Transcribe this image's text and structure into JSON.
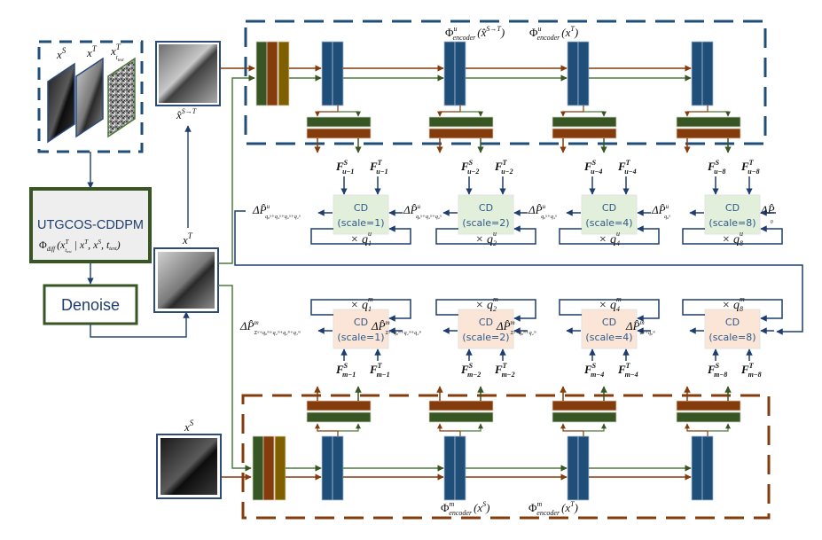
{
  "colors": {
    "blue": "#1f4e79",
    "blue_line": "#2c4a7c",
    "green": "#375623",
    "green_line": "#4f7a3a",
    "brown": "#843c0c",
    "olive": "#7f6000",
    "cd_green_fill": "#e2efda",
    "cd_orange_fill": "#fbe5d6",
    "cd_text": "#2f5a8a",
    "box_fill": "#eeeeee"
  },
  "inputs": {
    "labels": [
      "x^S",
      "x^T",
      "x^T_{t_test}"
    ],
    "xs_label": "x",
    "xs_sup": "S",
    "xt_label": "x",
    "xt_sup": "T",
    "xtt_label": "x",
    "xtt_sup": "T",
    "xtt_sub": "t",
    "xtt_subsub": "test"
  },
  "translated": {
    "label_base": "x̂",
    "label_sup": "S→T"
  },
  "diffusion_box": {
    "title": "UTGCOS-CDDPM",
    "formula": "Φ_diff(x^T_{t_test} | x^T, x^S, t_test)",
    "phi": "Φ",
    "phi_sub": "diff",
    "args_open": "(x",
    "args_sup": "T",
    "args_sub": "t",
    "args_subsub": "test",
    "args_rest": " | x",
    "args_rest_sup": "T",
    "args_rest2": ", x",
    "args_rest2_sup": "S",
    "args_rest3": ", t",
    "args_rest3_sub": "test",
    "args_close": ")"
  },
  "denoise": {
    "label": "Denoise"
  },
  "target_image": {
    "label": "x",
    "sup": "T"
  },
  "source_image": {
    "label": "x",
    "sup": "S"
  },
  "upper_encoder": {
    "label_1": "Φ^u_encoder(x̂^{S→T})",
    "label_2": "Φ^u_encoder(x^T)",
    "phi": "Φ",
    "sup": "u",
    "sub": "encoder",
    "arg1": "(x̂",
    "arg1_sup": "S→T",
    "arg2": "(x",
    "arg2_sup": "T",
    "close": ")"
  },
  "lower_encoder": {
    "label_1": "Φ^m_encoder(x^S)",
    "label_2": "Φ^m_encoder(x^T)",
    "phi": "Φ",
    "sup": "m",
    "sub": "encoder",
    "arg1": "(x",
    "arg1_sup": "S",
    "arg2": "(x",
    "arg2_sup": "T",
    "close": ")"
  },
  "upper_cd": [
    {
      "title": "CD",
      "scale": "(scale=1)",
      "fs": "F",
      "fs_sup": "S",
      "fs_sub": "u−1",
      "ft": "F",
      "ft_sup": "T",
      "ft_sub": "u−1",
      "mult": "× q",
      "mult_sub": "1",
      "mult_sup": "u"
    },
    {
      "title": "CD",
      "scale": "(scale=2)",
      "fs": "F",
      "fs_sup": "S",
      "fs_sub": "u−2",
      "ft": "F",
      "ft_sup": "T",
      "ft_sub": "u−2",
      "mult": "× q",
      "mult_sub": "2",
      "mult_sup": "u"
    },
    {
      "title": "CD",
      "scale": "(scale=4)",
      "fs": "F",
      "fs_sup": "S",
      "fs_sub": "u−4",
      "ft": "F",
      "ft_sup": "T",
      "ft_sub": "u−4",
      "mult": "× q",
      "mult_sub": "4",
      "mult_sup": "u"
    },
    {
      "title": "CD",
      "scale": "(scale=8)",
      "fs": "F",
      "fs_sup": "S",
      "fs_sub": "u−8",
      "ft": "F",
      "ft_sup": "T",
      "ft_sub": "u−8",
      "mult": "× q",
      "mult_sub": "8",
      "mult_sup": "u"
    }
  ],
  "upper_deltas": [
    {
      "base": "ΔP̂",
      "sup": "u",
      "sub": "q₈ᵘ+q₄ᵘ+q₂ᵘ+q₁ᵘ"
    },
    {
      "base": "ΔP̂",
      "sup": "u",
      "sub": "q₈ᵘ+q₄ᵘ+q₂ᵘ"
    },
    {
      "base": "ΔP̂",
      "sup": "u",
      "sub": "q₈ᵘ+q₄ᵘ"
    },
    {
      "base": "ΔP̂",
      "sup": "u",
      "sub": "q₈ᵘ"
    },
    {
      "base": "ΔP̂",
      "sup": "",
      "sub": "0"
    }
  ],
  "lower_cd": [
    {
      "title": "CD",
      "scale": "(scale=1)",
      "fs": "F",
      "fs_sup": "S",
      "fs_sub": "m−1",
      "ft": "F",
      "ft_sup": "T",
      "ft_sub": "m−1",
      "mult": "× q",
      "mult_sub": "1",
      "mult_sup": "m"
    },
    {
      "title": "CD",
      "scale": "(scale=2)",
      "fs": "F",
      "fs_sup": "S",
      "fs_sub": "m−2",
      "ft": "F",
      "ft_sup": "T",
      "ft_sub": "m−2",
      "mult": "× q",
      "mult_sub": "2",
      "mult_sup": "m"
    },
    {
      "title": "CD",
      "scale": "(scale=4)",
      "fs": "F",
      "fs_sup": "S",
      "fs_sub": "m−4",
      "ft": "F",
      "ft_sup": "T",
      "ft_sub": "m−4",
      "mult": "× q",
      "mult_sub": "4",
      "mult_sup": "m"
    },
    {
      "title": "CD",
      "scale": "(scale=8)",
      "fs": "F",
      "fs_sup": "S",
      "fs_sub": "m−8",
      "ft": "F",
      "ft_sup": "T",
      "ft_sub": "m−8",
      "mult": "× q",
      "mult_sub": "8",
      "mult_sup": "m"
    }
  ],
  "lower_deltas": [
    {
      "base": "ΔP̂",
      "sup": "m",
      "sub": "Σᵘ+q₈ᵐ+q₄ᵐ+q₂ᵐ+q₁ᵐ"
    },
    {
      "base": "ΔP̂",
      "sup": "m",
      "sub": "Σᵘ+q₈ᵐ+q₄ᵐ+q₂ᵐ"
    },
    {
      "base": "ΔP̂",
      "sup": "m",
      "sub": "Σᵘ+q₈ᵐ+q₄ᵐ"
    },
    {
      "base": "ΔP̂",
      "sup": "m",
      "sub": "Σᵘ+q₈ᵐ"
    }
  ]
}
